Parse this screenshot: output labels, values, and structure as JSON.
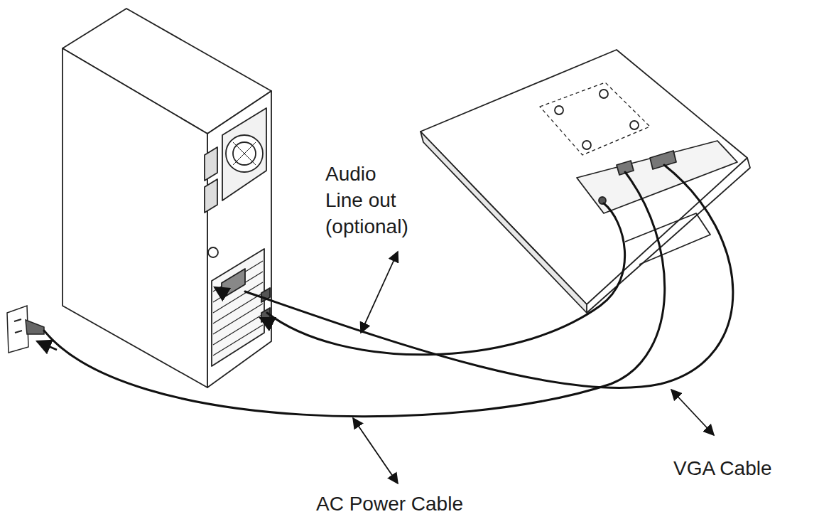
{
  "diagram": {
    "labels": [
      "Audio Line out (optional)",
      "VGA Cable",
      "AC Power Cable"
    ]
  }
}
